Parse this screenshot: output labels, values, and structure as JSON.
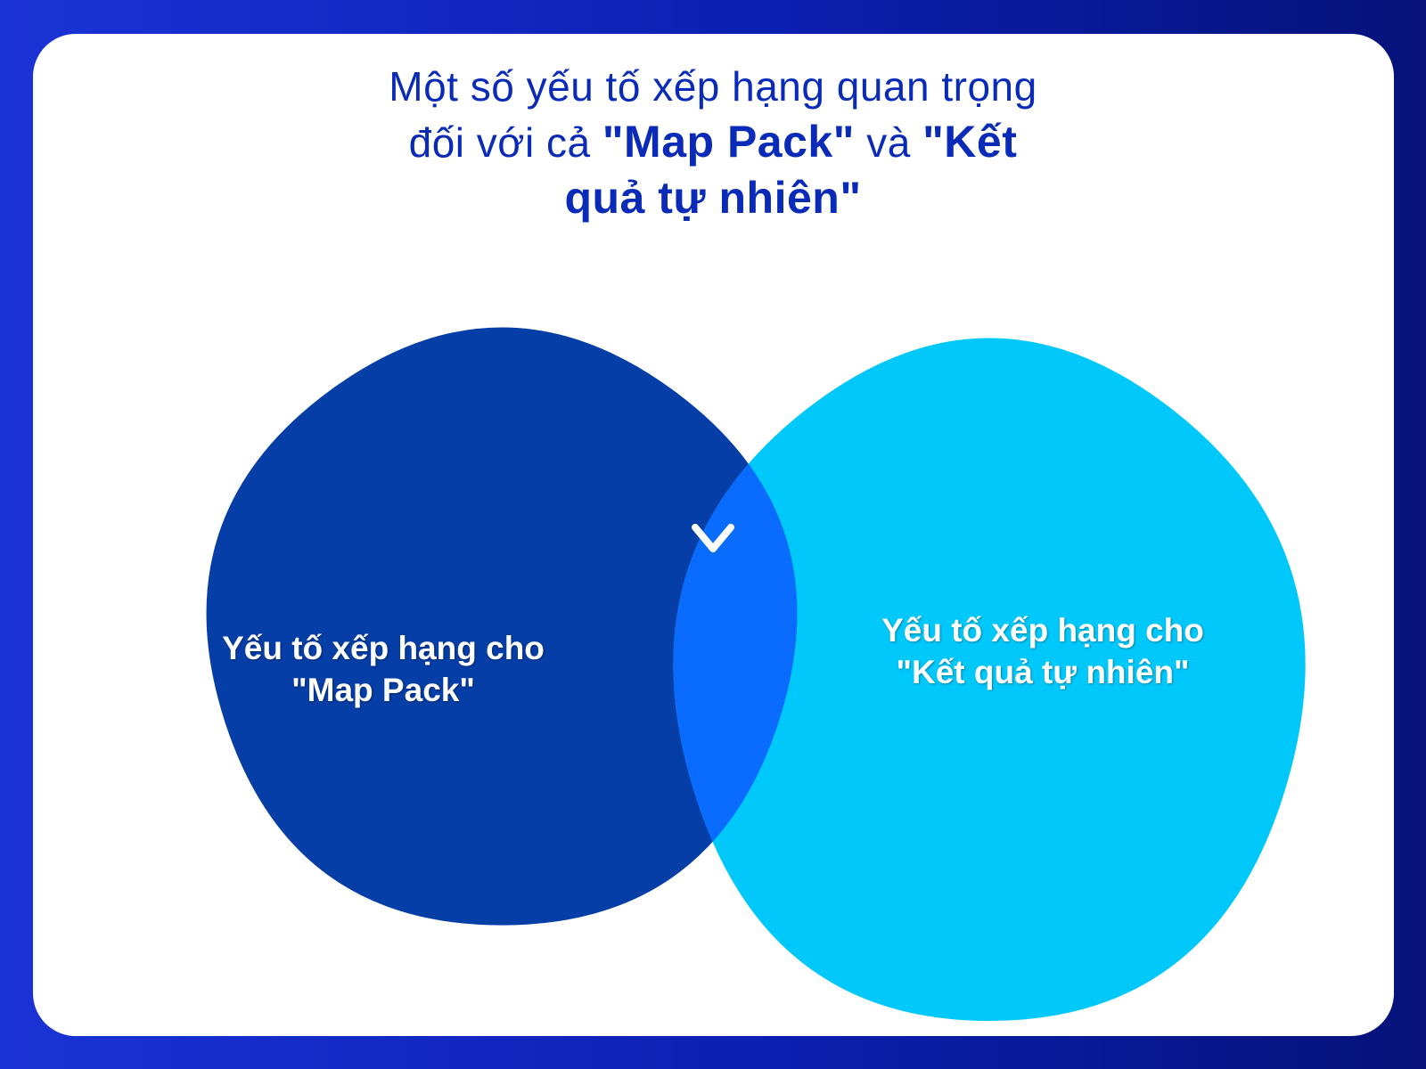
{
  "title": {
    "line1": "Một số yếu tố xếp hạng quan trọng",
    "line2_prefix": "đối với cả ",
    "line2_emph1": "\"Map Pack\"",
    "line2_mid": " và ",
    "line2_emph2": "\"Kết",
    "line3_emph": "quả tự nhiên\""
  },
  "left_set": {
    "label": "Yếu tố xếp hạng cho \"Map Pack\"",
    "color": "#053ea6"
  },
  "right_set": {
    "label": "Yếu tố xếp hạng cho \"Kết quả tự nhiên\"",
    "color": "#00c8fb"
  },
  "overlap_color": "#0a6bff",
  "colors": {
    "frame": "#1326c8",
    "title_text": "#0a2bb8",
    "card": "#ffffff"
  }
}
